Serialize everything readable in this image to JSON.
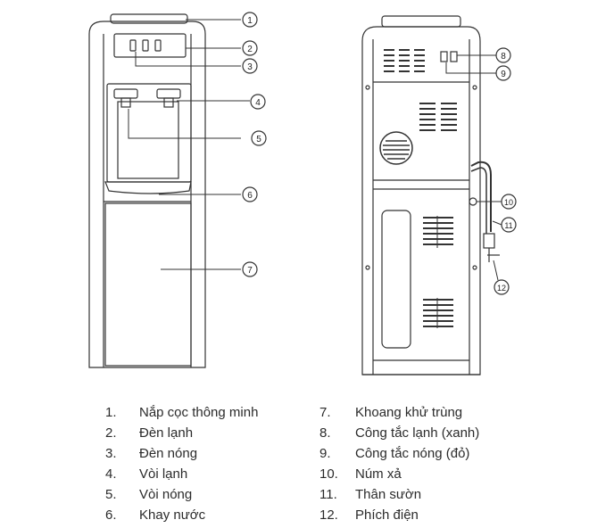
{
  "callouts_front": [
    "1",
    "2",
    "3",
    "4",
    "5",
    "6",
    "7"
  ],
  "callouts_back": [
    "8",
    "9",
    "10",
    "11",
    "12"
  ],
  "legend_left": [
    {
      "num": "1.",
      "label": "Nắp cọc thông minh"
    },
    {
      "num": "2.",
      "label": "Đèn lạnh"
    },
    {
      "num": "3.",
      "label": "Đèn nóng"
    },
    {
      "num": "4.",
      "label": "Vòi lạnh"
    },
    {
      "num": "5.",
      "label": "Vòi nóng"
    },
    {
      "num": "6.",
      "label": "Khay nước"
    }
  ],
  "legend_right": [
    {
      "num": "7.",
      "label": "Khoang khử trùng"
    },
    {
      "num": "8.",
      "label": "Công tắc lạnh (xanh)"
    },
    {
      "num": "9.",
      "label": "Công tắc nóng (đỏ)"
    },
    {
      "num": "10.",
      "label": "Núm xả"
    },
    {
      "num": "11.",
      "label": "Thân sườn"
    },
    {
      "num": "12.",
      "label": "Phích điện"
    }
  ]
}
